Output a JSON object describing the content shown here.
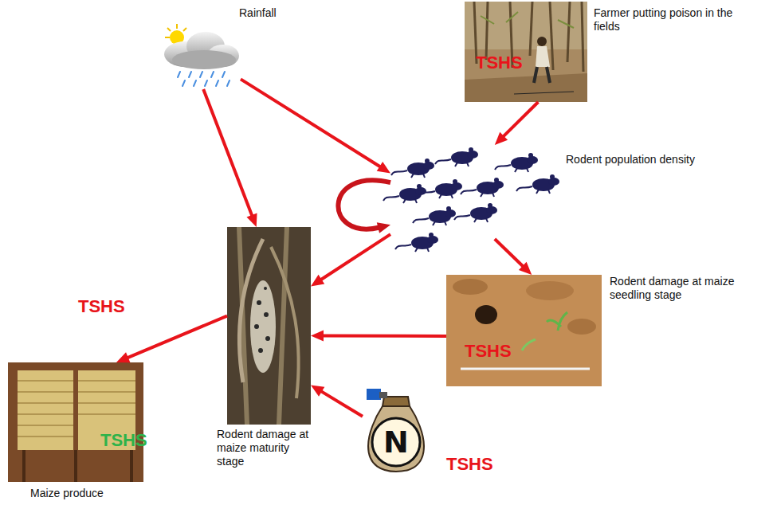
{
  "diagram": {
    "nodes": [
      {
        "text": [
          "Rainfall"
        ]
      },
      {
        "text": [
          "TSHS",
          "Farmer putting poison in the fields"
        ]
      },
      {
        "text": [
          "Rodent population density"
        ]
      },
      {
        "text": [
          "TSHS",
          "Rodent damage at maize seedling stage"
        ]
      },
      {
        "text": [
          "Rodent damage at maize maturity stage"
        ]
      },
      {
        "text": [
          "N",
          "TSHS"
        ]
      },
      {
        "text": [
          "TSHS",
          "Maize produce"
        ]
      }
    ],
    "edges": [
      {
        "from": 0,
        "to": 2,
        "arrow": "to"
      },
      {
        "from": 0,
        "to": 4,
        "arrow": "to"
      },
      {
        "from": 1,
        "to": 2,
        "arrow": "to"
      },
      {
        "from": 2,
        "to": 2,
        "arrow": "to"
      },
      {
        "from": 2,
        "to": 4,
        "arrow": "to"
      },
      {
        "from": 2,
        "to": 3,
        "arrow": "to"
      },
      {
        "from": 3,
        "to": 4,
        "arrow": "to"
      },
      {
        "from": 5,
        "to": 4,
        "arrow": "to"
      },
      {
        "from": 4,
        "to": 6,
        "label": "TSHS",
        "arrow": "to"
      }
    ]
  }
}
